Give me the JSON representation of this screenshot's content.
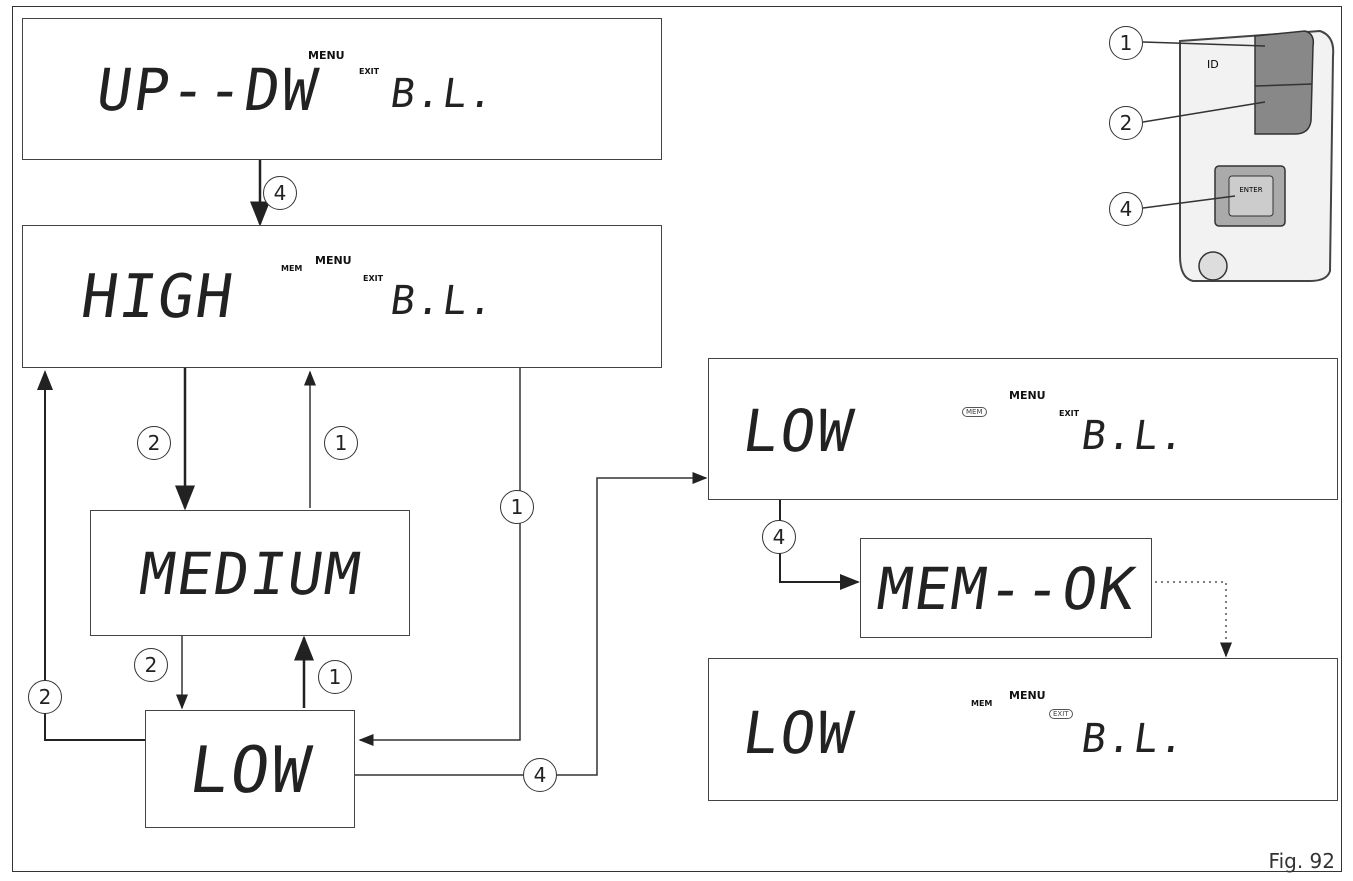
{
  "screens": {
    "updw": {
      "left": "UP--DW",
      "menu": "MENU",
      "exit": "EXIT",
      "right": "B.L."
    },
    "high": {
      "left": "HIGH",
      "mem": "MEM",
      "menu": "MENU",
      "exit": "EXIT",
      "right": "B.L."
    },
    "medium": {
      "text": "MEDIUM"
    },
    "low": {
      "text": "LOW"
    },
    "low_mem": {
      "left": "LOW",
      "mem": "MEM",
      "menu": "MENU",
      "exit": "EXIT",
      "right": "B.L."
    },
    "mem_ok": {
      "text": "MEM--OK"
    },
    "low_exit": {
      "left": "LOW",
      "mem": "MEM",
      "menu": "MENU",
      "exit": "EXIT",
      "right": "B.L."
    }
  },
  "buttons": {
    "b1": "1",
    "b2": "2",
    "b4": "4"
  },
  "device": {
    "enter": "ENTER",
    "logo": "ID"
  },
  "figure_label": "Fig. 92"
}
